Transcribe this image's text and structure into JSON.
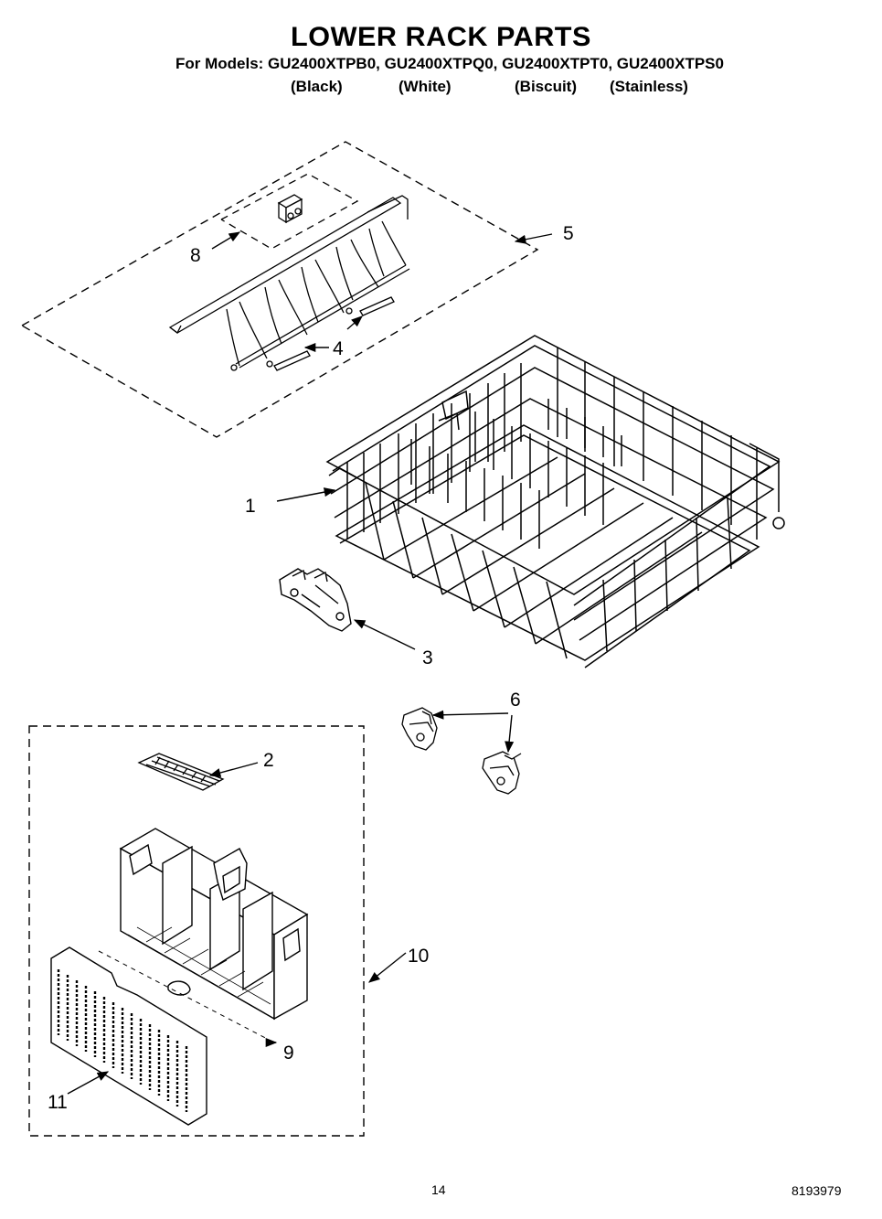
{
  "header": {
    "title": "LOWER RACK PARTS",
    "models_line": "For Models: GU2400XTPB0, GU2400XTPQ0, GU2400XTPT0, GU2400XTPS0",
    "colors": [
      "(Black)",
      "(White)",
      "(Biscuit)",
      "(Stainless)"
    ]
  },
  "callouts": {
    "c1": "1",
    "c2": "2",
    "c3": "3",
    "c4": "4",
    "c5": "5",
    "c6": "6",
    "c8": "8",
    "c9": "9",
    "c10": "10",
    "c11": "11"
  },
  "footer": {
    "page_number": "14",
    "document_number": "8193979"
  }
}
